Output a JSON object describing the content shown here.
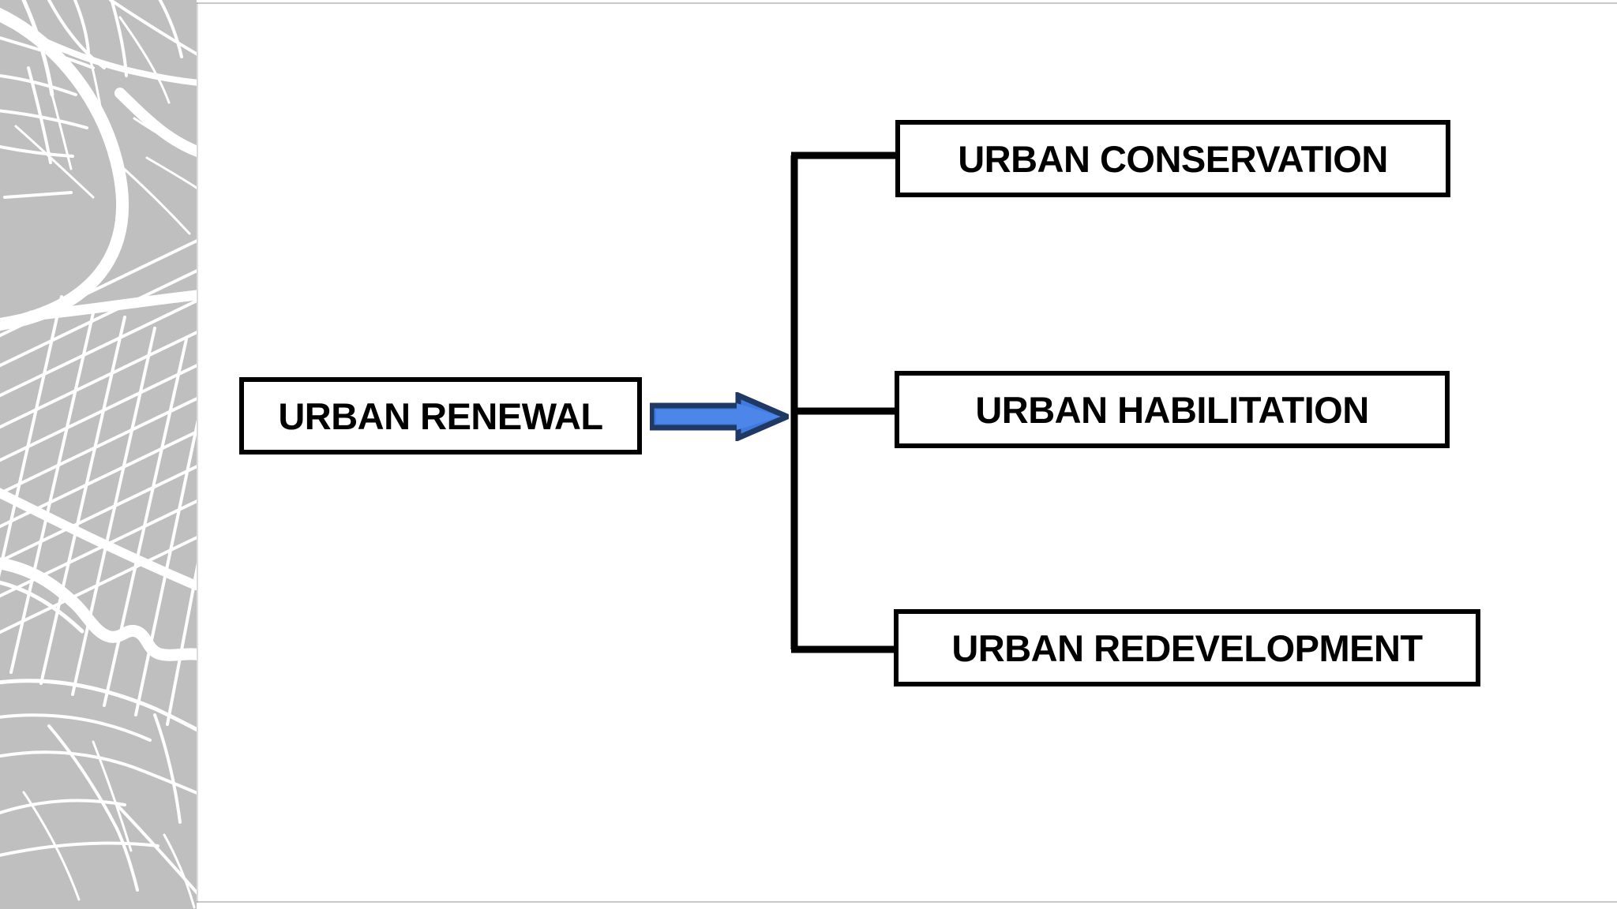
{
  "slide": {
    "background_color": "#FFFFFF",
    "box_border_color": "#000000",
    "connector_color": "#000000",
    "arrow_fill_color": "#3D7BE0",
    "arrow_outline_color": "#1F3864",
    "map_panel_color": "#BFBFBF",
    "map_road_color": "#FFFFFF"
  },
  "diagram": {
    "type": "tree",
    "source": {
      "label": "URBAN RENEWAL"
    },
    "connector": {
      "style": "bracket",
      "arrow_icon": "right-arrow-icon"
    },
    "children": [
      {
        "label": "URBAN CONSERVATION"
      },
      {
        "label": "URBAN HABILITATION"
      },
      {
        "label": "URBAN REDEVELOPMENT"
      }
    ]
  },
  "decoration": {
    "map_panel_name": "city-map-graphic"
  }
}
